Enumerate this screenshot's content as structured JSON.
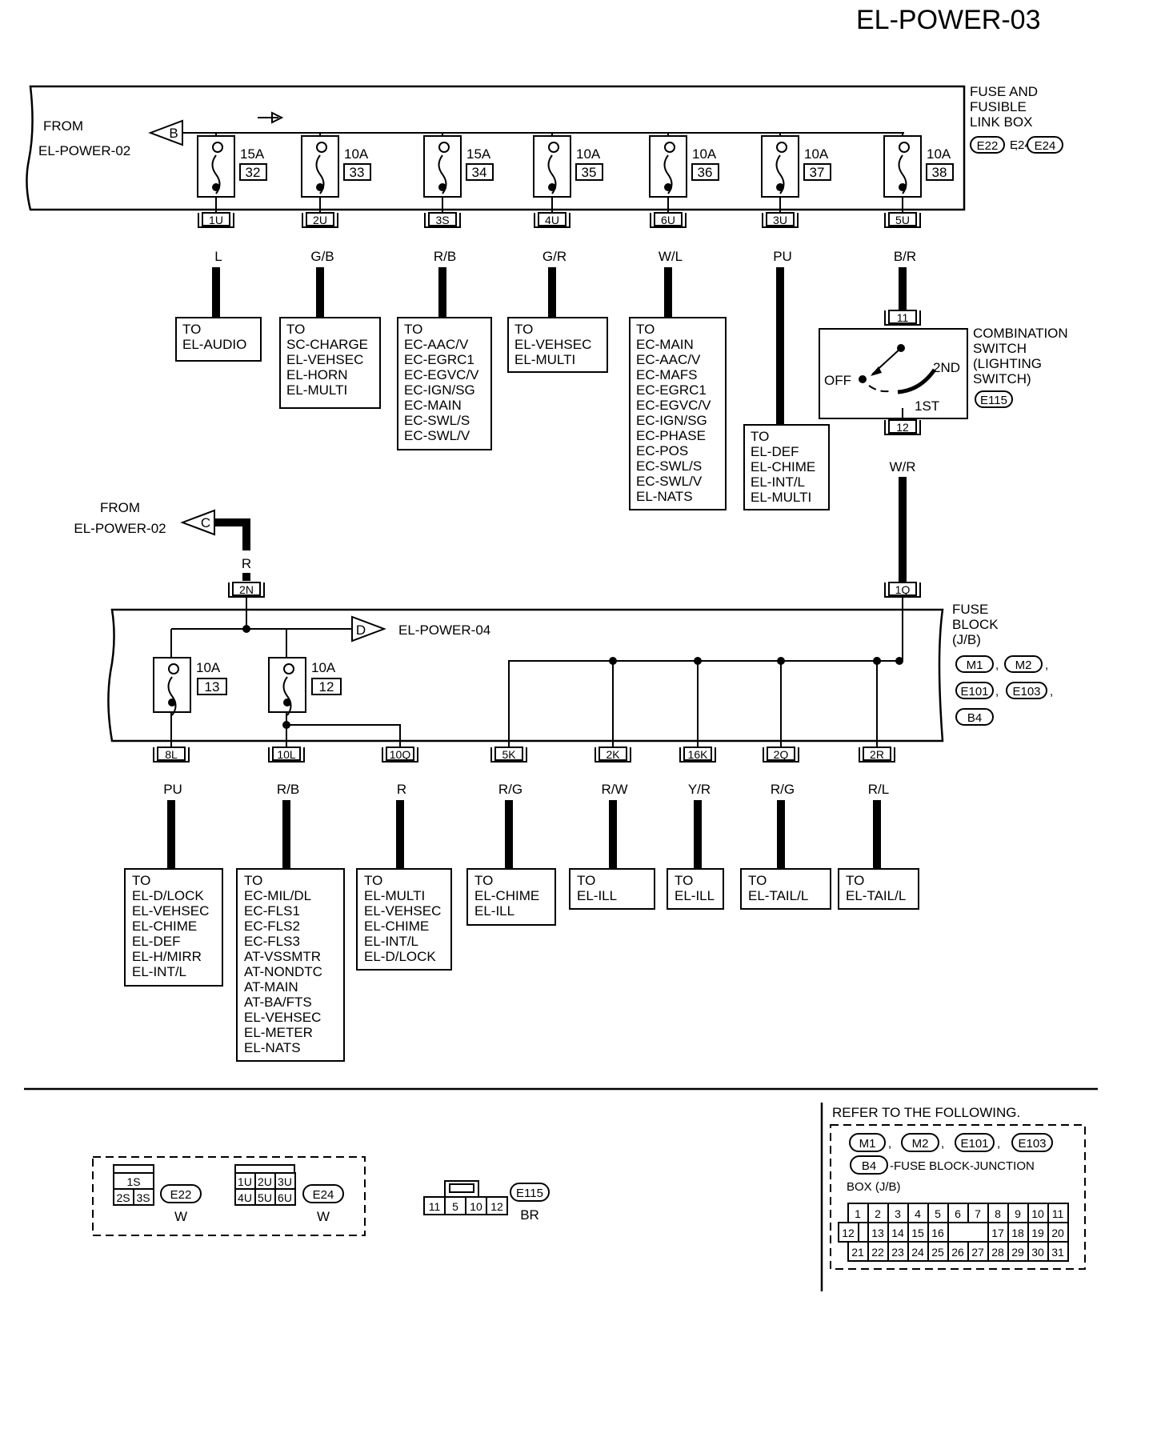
{
  "page_title": "EL-POWER-03",
  "top": {
    "from_label": [
      "FROM",
      "EL-POWER-02"
    ],
    "from_connector": "B",
    "box_label": [
      "FUSE AND",
      "FUSIBLE",
      "LINK BOX"
    ],
    "box_connectors": [
      "E22",
      "E24"
    ],
    "fuses": [
      {
        "amp": "15A",
        "num": "32",
        "terminal": "1U",
        "wire": "L",
        "dest": [
          "TO",
          "EL-AUDIO"
        ]
      },
      {
        "amp": "10A",
        "num": "33",
        "terminal": "2U",
        "wire": "G/B",
        "dest": [
          "TO",
          "SC-CHARGE",
          "EL-VEHSEC",
          "EL-HORN",
          "EL-MULTI"
        ]
      },
      {
        "amp": "15A",
        "num": "34",
        "terminal": "3S",
        "wire": "R/B",
        "dest": [
          "TO",
          "EC-AAC/V",
          "EC-EGRC1",
          "EC-EGVC/V",
          "EC-IGN/SG",
          "EC-MAIN",
          "EC-SWL/S",
          "EC-SWL/V"
        ]
      },
      {
        "amp": "10A",
        "num": "35",
        "terminal": "4U",
        "wire": "G/R",
        "dest": [
          "TO",
          "EL-VEHSEC",
          "EL-MULTI"
        ]
      },
      {
        "amp": "10A",
        "num": "36",
        "terminal": "6U",
        "wire": "W/L",
        "dest": [
          "TO",
          "EC-MAIN",
          "EC-AAC/V",
          "EC-MAFS",
          "EC-EGRC1",
          "EC-EGVC/V",
          "EC-IGN/SG",
          "EC-PHASE",
          "EC-POS",
          "EC-SWL/S",
          "EC-SWL/V",
          "EL-NATS"
        ]
      },
      {
        "amp": "10A",
        "num": "37",
        "terminal": "3U",
        "wire": "PU",
        "dest": [
          "TO",
          "EL-DEF",
          "EL-CHIME",
          "EL-INT/L",
          "EL-MULTI"
        ]
      },
      {
        "amp": "10A",
        "num": "38",
        "terminal": "5U",
        "wire": "B/R",
        "dest": []
      }
    ]
  },
  "switch": {
    "label": [
      "COMBINATION",
      "SWITCH",
      "(LIGHTING",
      "SWITCH)"
    ],
    "connector": "E115",
    "pin_in": "11",
    "pin_out": "12",
    "positions": [
      "OFF",
      "2ND",
      "1ST"
    ],
    "wire_out": "W/R"
  },
  "middle": {
    "from_label": [
      "FROM",
      "EL-POWER-02"
    ],
    "from_connector": "C",
    "wire": "R",
    "terminal_in": "2N",
    "to_connector": "D",
    "to_label": "EL-POWER-04",
    "terminal_right": "1Q"
  },
  "bottom": {
    "box_label": [
      "FUSE",
      "BLOCK",
      "(J/B)"
    ],
    "box_connectors": [
      "M1",
      "M2",
      "E101",
      "E103",
      "B4"
    ],
    "fuses": [
      {
        "amp": "10A",
        "num": "13"
      },
      {
        "amp": "10A",
        "num": "12"
      }
    ],
    "outputs": [
      {
        "terminal": "8L",
        "wire": "PU",
        "dest": [
          "TO",
          "EL-D/LOCK",
          "EL-VEHSEC",
          "EL-CHIME",
          "EL-DEF",
          "EL-H/MIRR",
          "EL-INT/L"
        ]
      },
      {
        "terminal": "10L",
        "wire": "R/B",
        "dest": [
          "TO",
          "EC-MIL/DL",
          "EC-FLS1",
          "EC-FLS2",
          "EC-FLS3",
          "AT-VSSMTR",
          "AT-NONDTC",
          "AT-MAIN",
          "AT-BA/FTS",
          "EL-VEHSEC",
          "EL-METER",
          "EL-NATS"
        ]
      },
      {
        "terminal": "10Q",
        "wire": "R",
        "dest": [
          "TO",
          "EL-MULTI",
          "EL-VEHSEC",
          "EL-CHIME",
          "EL-INT/L",
          "EL-D/LOCK"
        ]
      },
      {
        "terminal": "5K",
        "wire": "R/G",
        "dest": [
          "TO",
          "EL-CHIME",
          "EL-ILL"
        ]
      },
      {
        "terminal": "2K",
        "wire": "R/W",
        "dest": [
          "TO",
          "EL-ILL"
        ]
      },
      {
        "terminal": "16K",
        "wire": "Y/R",
        "dest": [
          "TO",
          "EL-ILL"
        ]
      },
      {
        "terminal": "2Q",
        "wire": "R/G",
        "dest": [
          "TO",
          "EL-TAIL/L"
        ]
      },
      {
        "terminal": "2R",
        "wire": "R/L",
        "dest": [
          "TO",
          "EL-TAIL/L"
        ]
      }
    ]
  },
  "legend": {
    "e22": {
      "cells": [
        "1S",
        "2S",
        "3S"
      ],
      "name": "E22",
      "color": "W"
    },
    "e24": {
      "cells": [
        "1U",
        "2U",
        "3U",
        "4U",
        "5U",
        "6U"
      ],
      "name": "E24",
      "color": "W"
    },
    "e115": {
      "cells": [
        "11",
        "5",
        "10",
        "12"
      ],
      "name": "E115",
      "color": "BR"
    },
    "refer": {
      "heading": "REFER TO THE FOLLOWING.",
      "codes": [
        "M1",
        "M2",
        "E101",
        "E103"
      ],
      "code_b4": "B4",
      "desc": "-FUSE BLOCK-JUNCTION",
      "desc2": "BOX (J/B)",
      "row1": [
        "1",
        "2",
        "3",
        "4",
        "5",
        "6",
        "7",
        "8",
        "9",
        "10",
        "11"
      ],
      "row2": [
        "12",
        "13",
        "14",
        "15",
        "16",
        "17",
        "18",
        "19",
        "20"
      ],
      "row3": [
        "21",
        "22",
        "23",
        "24",
        "25",
        "26",
        "27",
        "28",
        "29",
        "30",
        "31"
      ]
    }
  }
}
